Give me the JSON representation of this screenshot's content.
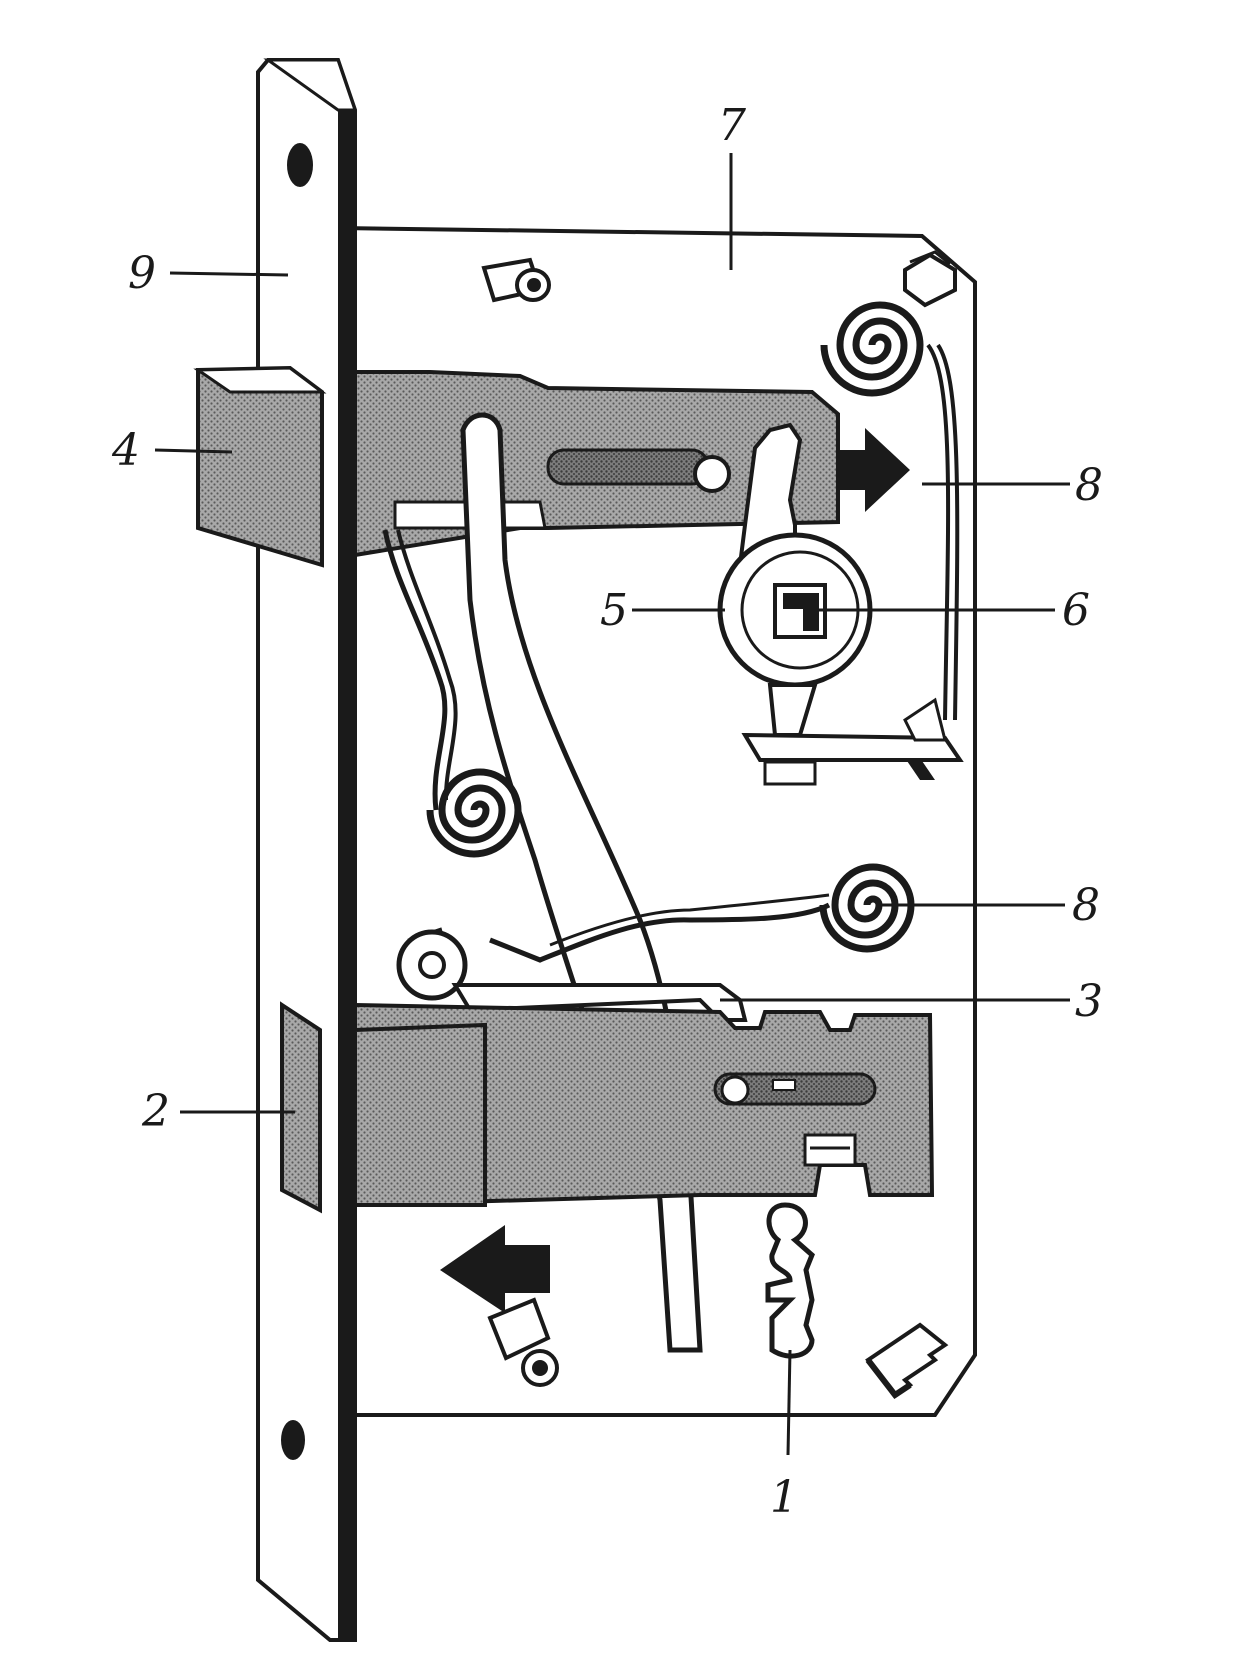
{
  "colors": {
    "ink": "#1a1a1a",
    "metal_shaded": "#9a9a9a",
    "metal_dark": "#707070",
    "paper": "#ffffff"
  },
  "callouts": [
    {
      "id": "1",
      "label": "1"
    },
    {
      "id": "2",
      "label": "2"
    },
    {
      "id": "3",
      "label": "3"
    },
    {
      "id": "4",
      "label": "4"
    },
    {
      "id": "5",
      "label": "5"
    },
    {
      "id": "6",
      "label": "6"
    },
    {
      "id": "7",
      "label": "7"
    },
    {
      "id": "8a",
      "label": "8"
    },
    {
      "id": "8b",
      "label": "8"
    },
    {
      "id": "9",
      "label": "9"
    }
  ]
}
